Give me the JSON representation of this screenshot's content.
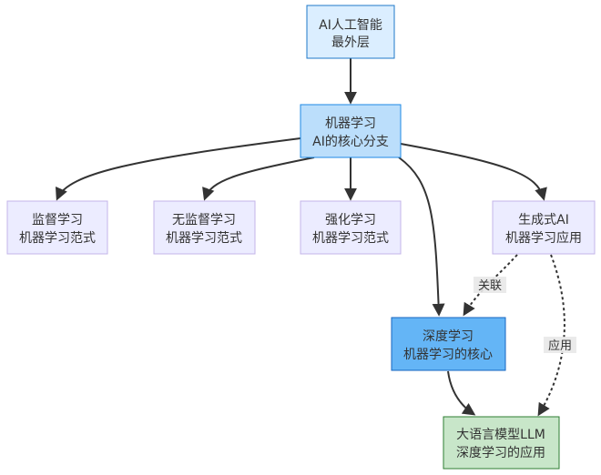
{
  "nodes": {
    "ai": {
      "line1": "AI人工智能",
      "line2": "最外层",
      "fill": "#dbeeff",
      "stroke": "#1f78c8"
    },
    "ml": {
      "line1": "机器学习",
      "line2": "AI的核心分支",
      "fill": "#bbdefb",
      "stroke": "#1e88e5"
    },
    "supervised": {
      "line1": "监督学习",
      "line2": "机器学习范式",
      "fill": "#ececff",
      "stroke": "#c3b5e8"
    },
    "unsupervised": {
      "line1": "无监督学习",
      "line2": "机器学习范式",
      "fill": "#ececff",
      "stroke": "#c3b5e8"
    },
    "reinforcement": {
      "line1": "强化学习",
      "line2": "机器学习范式",
      "fill": "#ececff",
      "stroke": "#c3b5e8"
    },
    "genai": {
      "line1": "生成式AI",
      "line2": "机器学习应用",
      "fill": "#ececff",
      "stroke": "#c3b5e8"
    },
    "dl": {
      "line1": "深度学习",
      "line2": "机器学习的核心",
      "fill": "#64b5f6",
      "stroke": "#1565c0"
    },
    "llm": {
      "line1": "大语言模型LLM",
      "line2": "深度学习的应用",
      "fill": "#c8e6c9",
      "stroke": "#2e7d32"
    }
  },
  "edge_labels": {
    "genai_dl": "关联",
    "genai_llm": "应用"
  }
}
